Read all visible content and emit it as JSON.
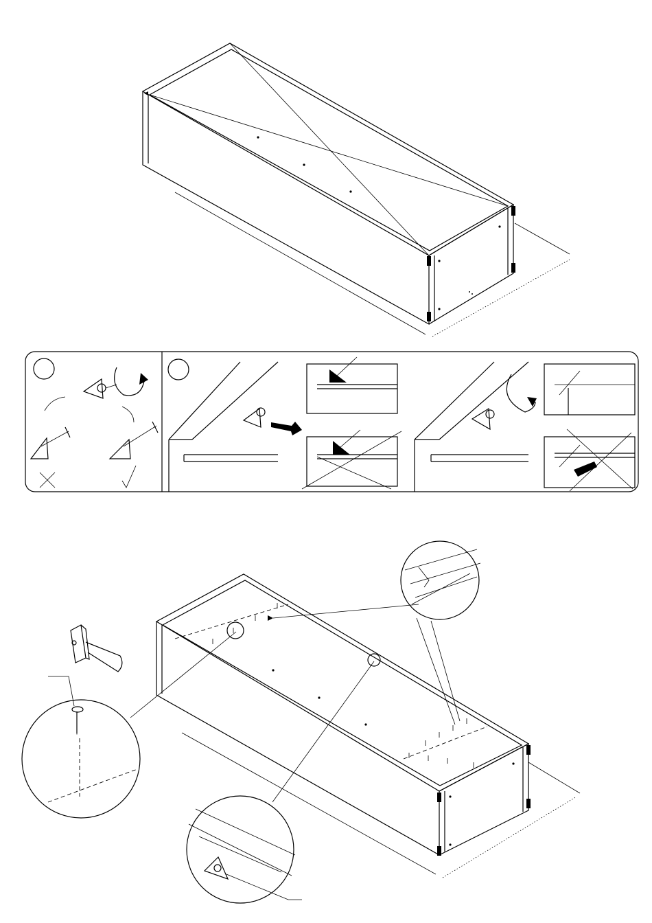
{
  "document": {
    "kind": "furniture assembly instruction sheet",
    "has_text": false
  },
  "steps": [
    {
      "id": "cabinet-frame-view",
      "description_shown": false
    },
    {
      "id": "cam-fitting-panel",
      "marker_a": "",
      "marker_b": ""
    },
    {
      "id": "back-nail-assembly",
      "tools": [
        "hammer-icon",
        "nail-icon"
      ]
    }
  ],
  "icons": [
    "hammer-icon",
    "screw-icon",
    "arrow-icon",
    "check-icon",
    "cross-icon",
    "magnifier-icon"
  ],
  "colors": {
    "ink": "#000000",
    "paper": "#ffffff"
  }
}
